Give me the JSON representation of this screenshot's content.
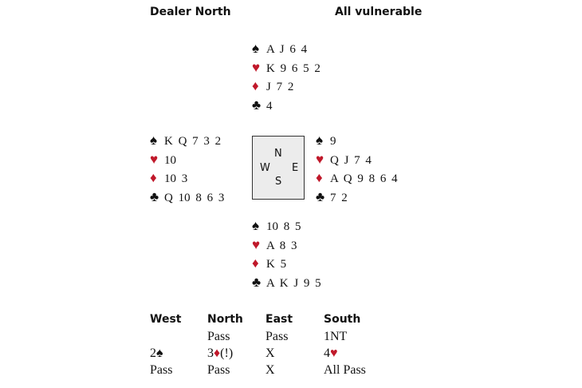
{
  "header": {
    "dealer": "Dealer North",
    "vulnerability": "All vulnerable"
  },
  "suits": [
    {
      "name": "spade",
      "glyph": "♠",
      "color": "#111111"
    },
    {
      "name": "heart",
      "glyph": "♥",
      "color": "#c0182a"
    },
    {
      "name": "diamond",
      "glyph": "♦",
      "color": "#c0182a"
    },
    {
      "name": "club",
      "glyph": "♣",
      "color": "#111111"
    }
  ],
  "hands": {
    "north": [
      "A J 6 4",
      "K 9 6 5 2",
      "J 7 2",
      "4"
    ],
    "west": [
      "K Q 7 3 2",
      "10",
      "10 3",
      "Q 10 8 6 3"
    ],
    "east": [
      "9",
      "Q J 7 4",
      "A Q 9 8 6 4",
      "7 2"
    ],
    "south": [
      "10 8 5",
      "A 8 3",
      "K 5",
      "A K J 9 5"
    ]
  },
  "compass": {
    "n": "N",
    "e": "E",
    "s": "S",
    "w": "W"
  },
  "auction": {
    "headers": [
      "West",
      "North",
      "East",
      "South"
    ],
    "columns": [
      [
        {
          "pre": ""
        },
        {
          "pre": "2",
          "suit": "♠",
          "suitColor": "#111111"
        },
        {
          "pre": "Pass"
        }
      ],
      [
        {
          "pre": "Pass"
        },
        {
          "pre": "3",
          "suit": "♦",
          "suitColor": "#c0182a",
          "post": "(!)"
        },
        {
          "pre": "Pass"
        }
      ],
      [
        {
          "pre": "Pass"
        },
        {
          "pre": "X"
        },
        {
          "pre": "X"
        }
      ],
      [
        {
          "pre": "1NT"
        },
        {
          "pre": "4",
          "suit": "♥",
          "suitColor": "#c0182a"
        },
        {
          "pre": "All Pass"
        }
      ]
    ]
  }
}
